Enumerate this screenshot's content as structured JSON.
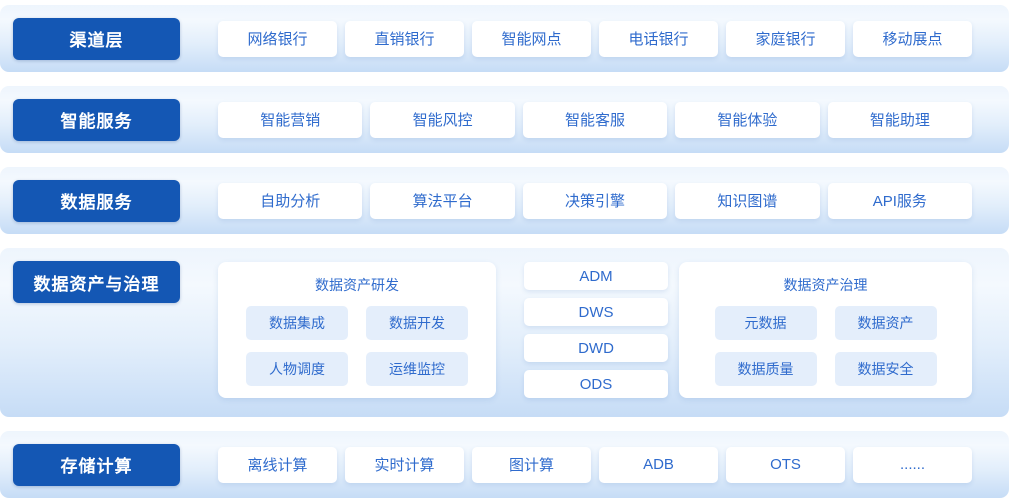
{
  "colors": {
    "label_bg": "#1457b4",
    "label_text": "#ffffff",
    "band_gradient_top": "#f4f9fe",
    "band_gradient_bottom": "#c6dcf6",
    "box_bg": "#ffffff",
    "box_text": "#2f6bcd",
    "subbox_bg": "#e4eefb",
    "page_bg": "#ffffff"
  },
  "bands": [
    {
      "label": "渠道层",
      "items": [
        "网络银行",
        "直销银行",
        "智能网点",
        "电话银行",
        "家庭银行",
        "移动展点"
      ]
    },
    {
      "label": "智能服务",
      "items": [
        "智能营销",
        "智能风控",
        "智能客服",
        "智能体验",
        "智能助理"
      ]
    },
    {
      "label": "数据服务",
      "items": [
        "自助分析",
        "算法平台",
        "决策引擎",
        "知识图谱",
        "API服务"
      ]
    },
    {
      "label": "数据资产与治理",
      "research": {
        "title": "数据资产研发",
        "items": [
          "数据集成",
          "数据开发",
          "人物调度",
          "运维监控"
        ]
      },
      "warehouse_layers": [
        "ADM",
        "DWS",
        "DWD",
        "ODS"
      ],
      "governance": {
        "title": "数据资产治理",
        "items": [
          "元数据",
          "数据资产",
          "数据质量",
          "数据安全"
        ]
      }
    },
    {
      "label": "存储计算",
      "items": [
        "离线计算",
        "实时计算",
        "图计算",
        "ADB",
        "OTS",
        "......"
      ]
    }
  ]
}
